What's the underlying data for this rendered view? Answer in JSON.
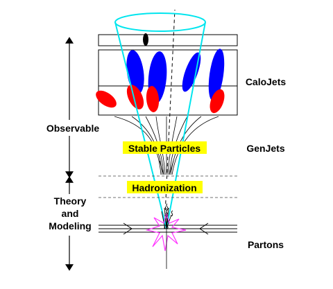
{
  "labels": {
    "calojets": "CaloJets",
    "genjets": "GenJets",
    "partons": "Partons",
    "observable": "Observable",
    "theory_line1": "Theory",
    "theory_line2": "and",
    "theory_line3": "Modeling",
    "stable_particles": "Stable Particles",
    "hadronization": "Hadronization"
  },
  "colors": {
    "cone": "#00e5ee",
    "highlight": "#ffff00",
    "em_deposit": "#ff0000",
    "had_deposit": "#0000ff",
    "muon_deposit": "#000000",
    "parton_star": "#ff33ff"
  }
}
